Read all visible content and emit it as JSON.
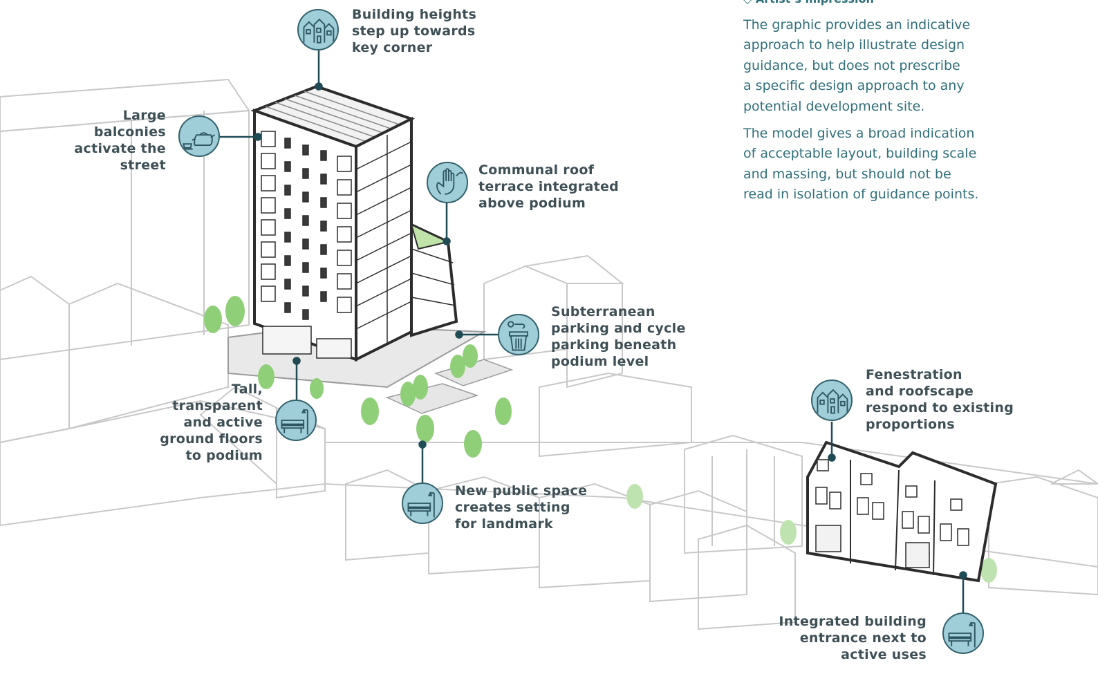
{
  "aside": {
    "heading": "◇ Artist’s impression",
    "para1": [
      "The graphic provides an indicative",
      "approach to help illustrate design",
      "guidance, but does not prescribe",
      "a specific design approach to any",
      "potential development site."
    ],
    "para2": [
      "The model gives a broad indication",
      "of acceptable layout, building scale",
      "and massing, but should not be",
      "read in isolation of guidance points."
    ]
  },
  "callouts": [
    {
      "id": "heights",
      "icon": "terraced-houses-icon",
      "lines": [
        "Building heights",
        "step up towards",
        "key corner"
      ]
    },
    {
      "id": "balconies",
      "icon": "teapot-cup-icon",
      "lines": [
        "Large",
        "balconies",
        "activate the",
        "street"
      ]
    },
    {
      "id": "roof-terrace",
      "icon": "hand-plant-icon",
      "lines": [
        "Communal roof",
        "terrace integrated",
        "above podium"
      ]
    },
    {
      "id": "parking",
      "icon": "bin-cycle-icon",
      "lines": [
        "Subterranean",
        "parking and cycle",
        "parking beneath",
        "podium level"
      ]
    },
    {
      "id": "ground-floors",
      "icon": "bench-lamp-icon",
      "lines": [
        "Tall,",
        "transparent",
        "and active",
        "ground floors",
        "to podium"
      ]
    },
    {
      "id": "public-space",
      "icon": "bench-lamp-icon",
      "lines": [
        "New public space",
        "creates setting",
        "for landmark"
      ]
    },
    {
      "id": "fenestration",
      "icon": "terraced-houses-icon",
      "lines": [
        "Fenestration",
        "and roofscape",
        "respond to existing",
        "proportions"
      ]
    },
    {
      "id": "entrance",
      "icon": "bench-lamp-icon",
      "lines": [
        "Integrated building",
        "entrance next to",
        "active uses"
      ]
    }
  ],
  "colors": {
    "text": "#3e4f56",
    "badge_fill": "#9fcdd8",
    "badge_stroke": "#34626c",
    "leader": "#1f4b55",
    "aside_text": "#2f6f7a",
    "tree": "#8fcf78",
    "context_line": "#c8c8c8"
  }
}
